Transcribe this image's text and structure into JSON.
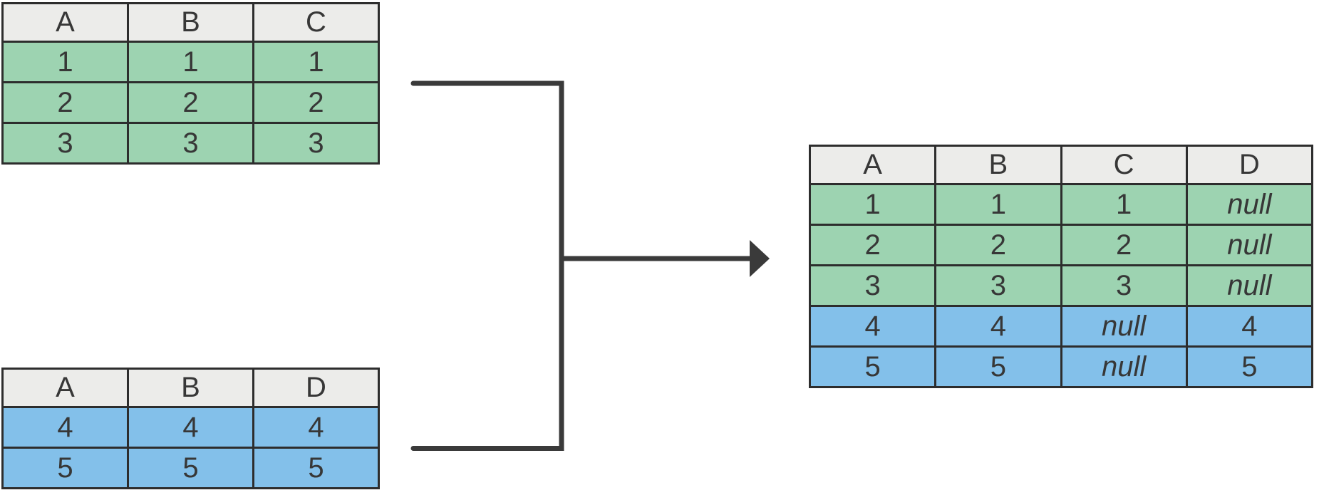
{
  "colors": {
    "header_bg": "#ececea",
    "green": "#9dd3b1",
    "blue": "#83c0ea",
    "border": "#2d2d2d",
    "text": "#373737",
    "connector": "#3a3a3a"
  },
  "tables": {
    "top_source": {
      "columns": [
        "A",
        "B",
        "C"
      ],
      "rows": [
        {
          "variant": "green",
          "cells": [
            "1",
            "1",
            "1"
          ]
        },
        {
          "variant": "green",
          "cells": [
            "2",
            "2",
            "2"
          ]
        },
        {
          "variant": "green",
          "cells": [
            "3",
            "3",
            "3"
          ]
        }
      ]
    },
    "bottom_source": {
      "columns": [
        "A",
        "B",
        "D"
      ],
      "rows": [
        {
          "variant": "blue",
          "cells": [
            "4",
            "4",
            "4"
          ]
        },
        {
          "variant": "blue",
          "cells": [
            "5",
            "5",
            "5"
          ]
        }
      ]
    },
    "result": {
      "columns": [
        "A",
        "B",
        "C",
        "D"
      ],
      "rows": [
        {
          "variant": "green",
          "cells": [
            "1",
            "1",
            "1",
            "null"
          ]
        },
        {
          "variant": "green",
          "cells": [
            "2",
            "2",
            "2",
            "null"
          ]
        },
        {
          "variant": "green",
          "cells": [
            "3",
            "3",
            "3",
            "null"
          ]
        },
        {
          "variant": "blue",
          "cells": [
            "4",
            "4",
            "null",
            "4"
          ]
        },
        {
          "variant": "blue",
          "cells": [
            "5",
            "5",
            "null",
            "5"
          ]
        }
      ]
    }
  }
}
